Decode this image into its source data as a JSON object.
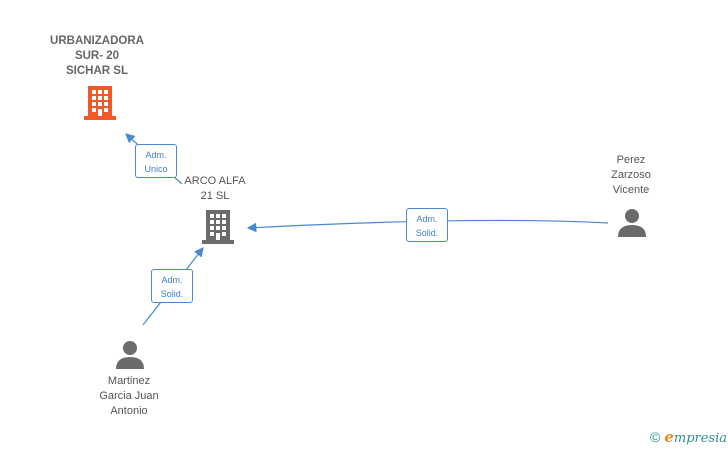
{
  "nodes": {
    "urbanizadora": {
      "label": "URBANIZADORA\nSUR- 20\nSICHAR SL",
      "icon": "building-icon",
      "color": "#f05a28"
    },
    "arco_alfa": {
      "label": "ARCO ALFA\n21 SL",
      "icon": "building-icon",
      "color": "#6b6b6b"
    },
    "perez": {
      "label": "Perez\nZarzoso\nVicente",
      "icon": "person-icon",
      "color": "#6b6b6b"
    },
    "martinez": {
      "label": "Martinez\nGarcia Juan\nAntonio",
      "icon": "person-icon",
      "color": "#6b6b6b"
    }
  },
  "edges": [
    {
      "from": "arco_alfa",
      "to": "urbanizadora",
      "label": "Adm.\nUnico"
    },
    {
      "from": "perez",
      "to": "arco_alfa",
      "label": "Adm.\nSolid."
    },
    {
      "from": "martinez",
      "to": "arco_alfa",
      "label": "Adm.\nSolid."
    }
  ],
  "colors": {
    "edge": "#4a88d0"
  },
  "footer": {
    "copyright": "©",
    "brand_initial": "e",
    "brand_rest": "mpresia"
  }
}
